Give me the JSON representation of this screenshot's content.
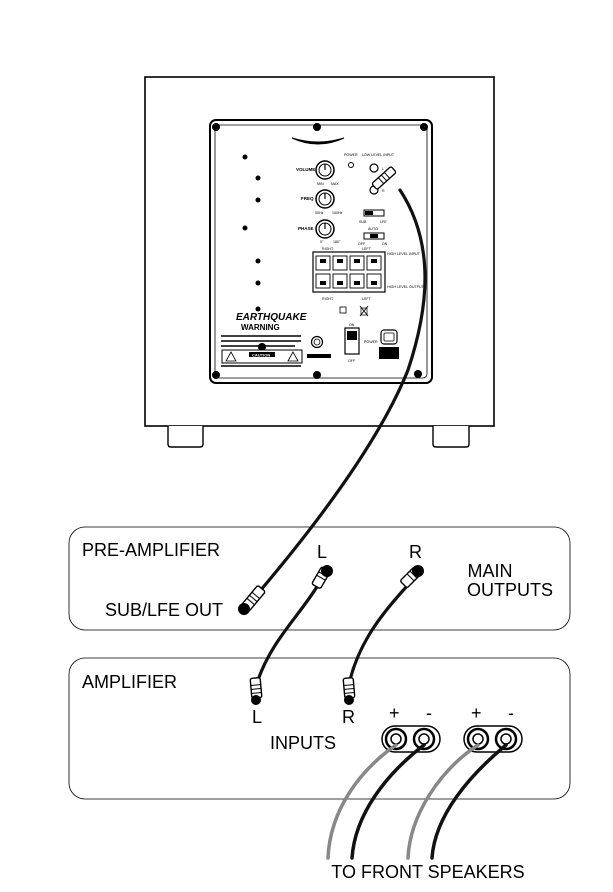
{
  "subwoofer": {
    "brand": "EARTHQUAKE",
    "warning_title": "WARNING",
    "caution": "CAUTION",
    "controls": {
      "volume": "VOLUME",
      "freq": "FREQ",
      "phase": "PHASE",
      "power": "POWER",
      "low_level_input": "LOW LEVEL INPUT",
      "min": "MIN",
      "max": "MAX",
      "hz_low": "50Hz",
      "hz_high": "150Hz",
      "deg_0": "0°",
      "deg_180": "180°",
      "l": "L",
      "r": "R",
      "sub": "SUB",
      "lfe": "LFE",
      "auto": "AUTO",
      "off": "OFF",
      "on": "ON",
      "right": "RIGHT",
      "left": "LEFT",
      "high_level_input": "HIGH LEVEL INPUT",
      "high_level_output": "HIGH LEVEL OUTPUT",
      "power_switch": "POWER"
    }
  },
  "preamp": {
    "title": "PRE-AMPLIFIER",
    "label_l": "L",
    "label_r": "R",
    "main_outputs_line1": "MAIN",
    "main_outputs_line2": "OUTPUTS",
    "sub_out": "SUB/LFE OUT"
  },
  "amplifier": {
    "title": "AMPLIFIER",
    "label_l": "L",
    "label_r": "R",
    "inputs": "INPUTS",
    "plus1": "+",
    "minus1": "-",
    "plus2": "+",
    "minus2": "-"
  },
  "footer": {
    "to_front_speakers": "TO FRONT SPEAKERS"
  }
}
